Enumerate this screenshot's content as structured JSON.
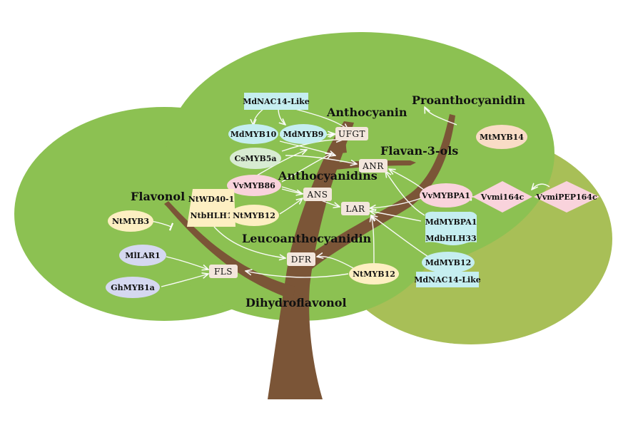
{
  "colors": {
    "canopy_main": "#8cc152",
    "canopy_back": "#a8bf57",
    "trunk": "#7b5537",
    "enzyme_box": "#f3e6dc",
    "yellow_node": "#fdefc2",
    "blue_node": "#c5eef0",
    "green_node": "#d8ecd2",
    "pink_node": "#f9d3dc",
    "lavender_node": "#d5d8f0",
    "peach_node": "#f9dcc6"
  },
  "metabolites": {
    "proanthocyanidin": "Proanthocyanidin",
    "anthocyanin": "Anthocyanin",
    "flavan3ols": "Flavan-3-ols",
    "anthocyanidins": "Anthocyanidins",
    "flavonol": "Flavonol",
    "leucoanthocyanidin": "Leucoanthocyanidin",
    "dihydroflavonol": "Dihydroflavonol"
  },
  "enzymes": {
    "ufgt": "UFGT",
    "anr": "ANR",
    "ans": "ANS",
    "lar": "LAR",
    "dfr": "DFR",
    "fls": "FLS"
  },
  "regulators": {
    "mdnac14_top": "MdNAC14-Like",
    "mdmyb10": "MdMYB10",
    "mdmyb9": "MdMYB9",
    "csmyb5a": "CsMYB5a",
    "vvmyb86": "VvMYB86",
    "ntwd40": "NtWD40-1",
    "ntbhlh1": "NtbHLH1",
    "ntmyb12_left": "NtMYB12",
    "ntmyb3": "NtMYB3",
    "mllar1": "MlLAR1",
    "ghmyb1a": "GhMYB1a",
    "ntmyb12_right": "NtMYB12",
    "mtmyb14": "MtMYB14",
    "vvmybpa1": "VvMYBPA1",
    "vvmi164c": "Vvmi164c",
    "vvmipep164c": "VvmiPEP164c",
    "mdmybpa1": "MdMYBPA1",
    "mdbhlh33": "MdbHLH33",
    "mdmyb12": "MdMYB12",
    "mdnac14_bottom": "MdNAC14-Like"
  }
}
